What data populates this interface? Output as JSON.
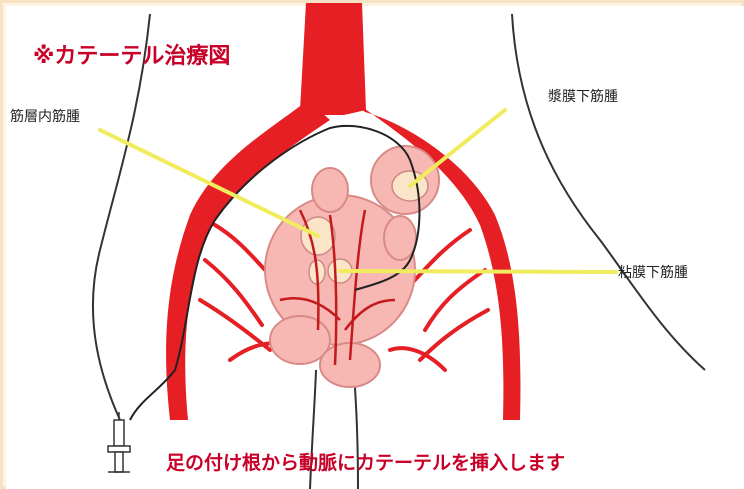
{
  "title": "※カテーテル治療図",
  "labels": {
    "intramural": "筋層内筋腫",
    "subserosal": "漿膜下筋腫",
    "submucosal": "粘膜下筋腫"
  },
  "caption": "足の付け根から動脈にカテーテルを挿入します",
  "colors": {
    "artery": "#e51f23",
    "uterus": "#f7b8b4",
    "fibroid": "#fbe5c8",
    "pointer_line": "#f1ec5d",
    "title": "#c80028",
    "frame": "#f7e3c4"
  }
}
